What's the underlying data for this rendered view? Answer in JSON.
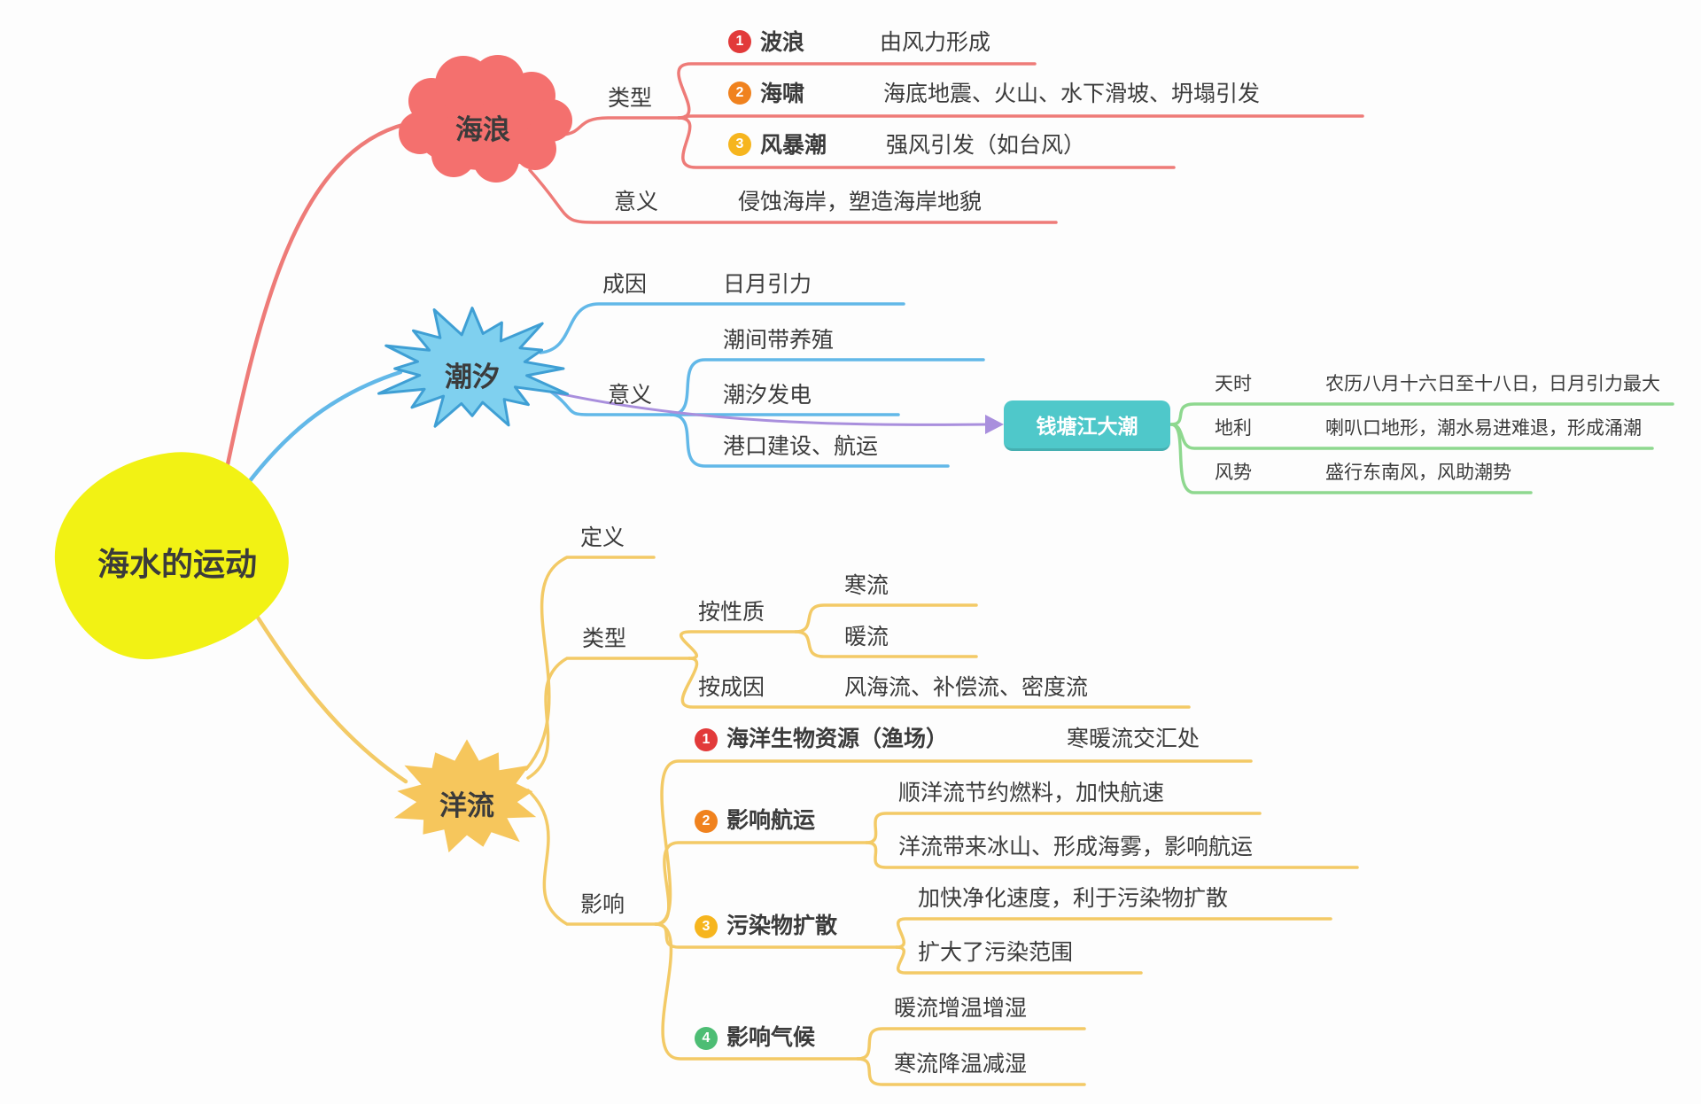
{
  "root": {
    "label": "海水的运动"
  },
  "branches": {
    "sea_waves": {
      "label": "海浪",
      "type_label": "类型",
      "types": [
        {
          "num": "1",
          "name": "波浪",
          "desc": "由风力形成"
        },
        {
          "num": "2",
          "name": "海啸",
          "desc": "海底地震、火山、水下滑坡、坍塌引发"
        },
        {
          "num": "3",
          "name": "风暴潮",
          "desc": "强风引发（如台风）"
        }
      ],
      "meaning_label": "意义",
      "meaning_desc": "侵蚀海岸，塑造海岸地貌"
    },
    "tides": {
      "label": "潮汐",
      "cause_label": "成因",
      "cause_desc": "日月引力",
      "meaning_label": "意义",
      "meanings": [
        "潮间带养殖",
        "潮汐发电",
        "港口建设、航运"
      ],
      "callout": {
        "label": "钱塘江大潮",
        "factors": [
          {
            "name": "天时",
            "desc": "农历八月十六日至十八日，日月引力最大"
          },
          {
            "name": "地利",
            "desc": "喇叭口地形，潮水易进难退，形成涌潮"
          },
          {
            "name": "风势",
            "desc": "盛行东南风，风助潮势"
          }
        ]
      }
    },
    "currents": {
      "label": "洋流",
      "definition_label": "定义",
      "type_label": "类型",
      "by_nature_label": "按性质",
      "by_nature": [
        "寒流",
        "暖流"
      ],
      "by_cause_label": "按成因",
      "by_cause_desc": "风海流、补偿流、密度流",
      "influence_label": "影响",
      "influences": [
        {
          "num": "1",
          "name": "海洋生物资源（渔场）",
          "desc": "寒暖流交汇处"
        },
        {
          "num": "2",
          "name": "影响航运",
          "details": [
            "顺洋流节约燃料，加快航速",
            "洋流带来冰山、形成海雾，影响航运"
          ]
        },
        {
          "num": "3",
          "name": "污染物扩散",
          "details": [
            "加快净化速度，利于污染物扩散",
            "扩大了污染范围"
          ]
        },
        {
          "num": "4",
          "name": "影响气候",
          "details": [
            "暖流增温增湿",
            "寒流降温减湿"
          ]
        }
      ]
    }
  },
  "colors": {
    "sea_waves_line": "#ee7b78",
    "sea_waves_node": "#f4706e",
    "tides_line": "#62b8e8",
    "tides_node": "#7fd0ef",
    "tides_node_stroke": "#3f9fd4",
    "currents_line": "#f3ca66",
    "currents_node": "#f6c65c",
    "callout_box": "#4fc8ca",
    "callout_line": "#8ed88f",
    "arrow": "#a98fdd",
    "root_node": "#f2f214",
    "text": "#3b3b3b",
    "badge_red": "#e23a3a",
    "badge_orange": "#f0821e",
    "badge_amber": "#f6b51e",
    "badge_green": "#4dbd74"
  }
}
